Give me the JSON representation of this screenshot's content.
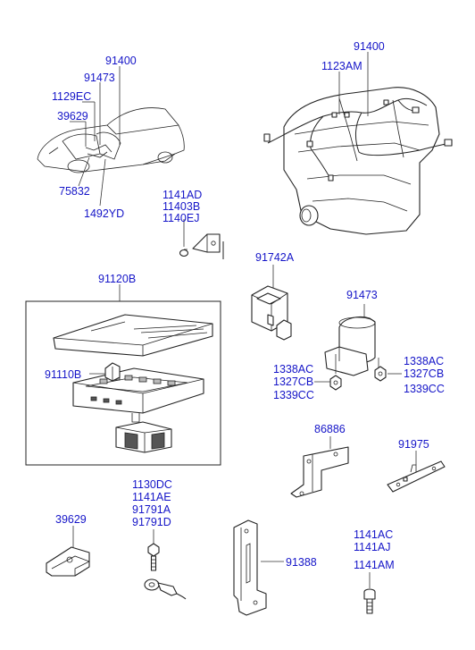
{
  "labels": {
    "car_91400": "91400",
    "car_91473": "91473",
    "car_1129EC": "1129EC",
    "car_39629": "39629",
    "car_75832": "75832",
    "car_1492YD": "1492YD",
    "eng_91400": "91400",
    "eng_1123AM": "1123AM",
    "scr_1141AD": "1141AD",
    "scr_11403B": "11403B",
    "scr_1140EJ": "1140EJ",
    "rel_91742A": "91742A",
    "box_91120B": "91120B",
    "box_91110B": "91110B",
    "cov_91473": "91473",
    "l_1338AC": "1338AC",
    "l_1327CB": "1327CB",
    "l_1339CC": "1339CC",
    "r_1338AC": "1338AC",
    "r_1327CB": "1327CB",
    "r_1339CC": "1339CC",
    "br_86886": "86886",
    "br_91975": "91975",
    "bolt_1130DC": "1130DC",
    "bolt_1141AE": "1141AE",
    "bolt_91791A": "91791A",
    "bolt_91791D": "91791D",
    "clip_39629": "39629",
    "br_91388": "91388",
    "b2_1141AC": "1141AC",
    "b2_1141AJ": "1141AJ",
    "b2_1141AM": "1141AM"
  }
}
